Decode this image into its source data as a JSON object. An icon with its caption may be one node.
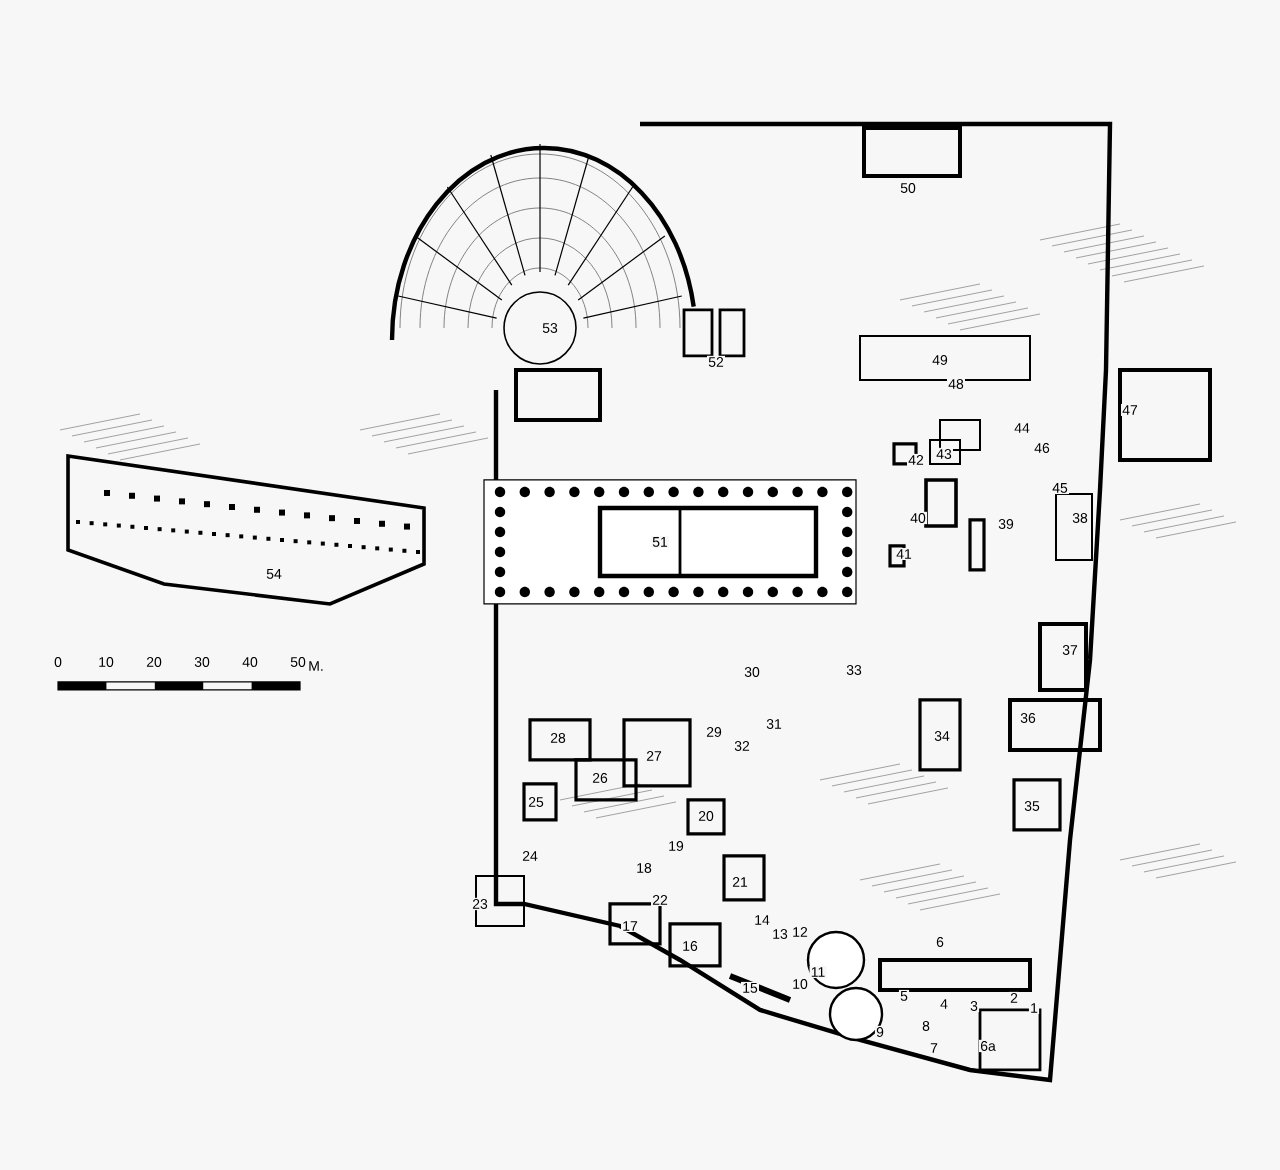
{
  "diagram": {
    "labels": [
      "50",
      "53",
      "52",
      "49",
      "48",
      "47",
      "44",
      "46",
      "43",
      "42",
      "45",
      "40",
      "39",
      "38",
      "51",
      "41",
      "54",
      "0",
      "10",
      "20",
      "30",
      "40",
      "50",
      "M.",
      "37",
      "30",
      "33",
      "31",
      "29",
      "36",
      "28",
      "27",
      "32",
      "34",
      "26",
      "25",
      "35",
      "20",
      "19",
      "24",
      "18",
      "21",
      "22",
      "23",
      "14",
      "13",
      "12",
      "17",
      "6",
      "16",
      "11",
      "15",
      "10",
      "5",
      "4",
      "3",
      "2",
      "1",
      "8",
      "9",
      "7",
      "6a"
    ]
  }
}
